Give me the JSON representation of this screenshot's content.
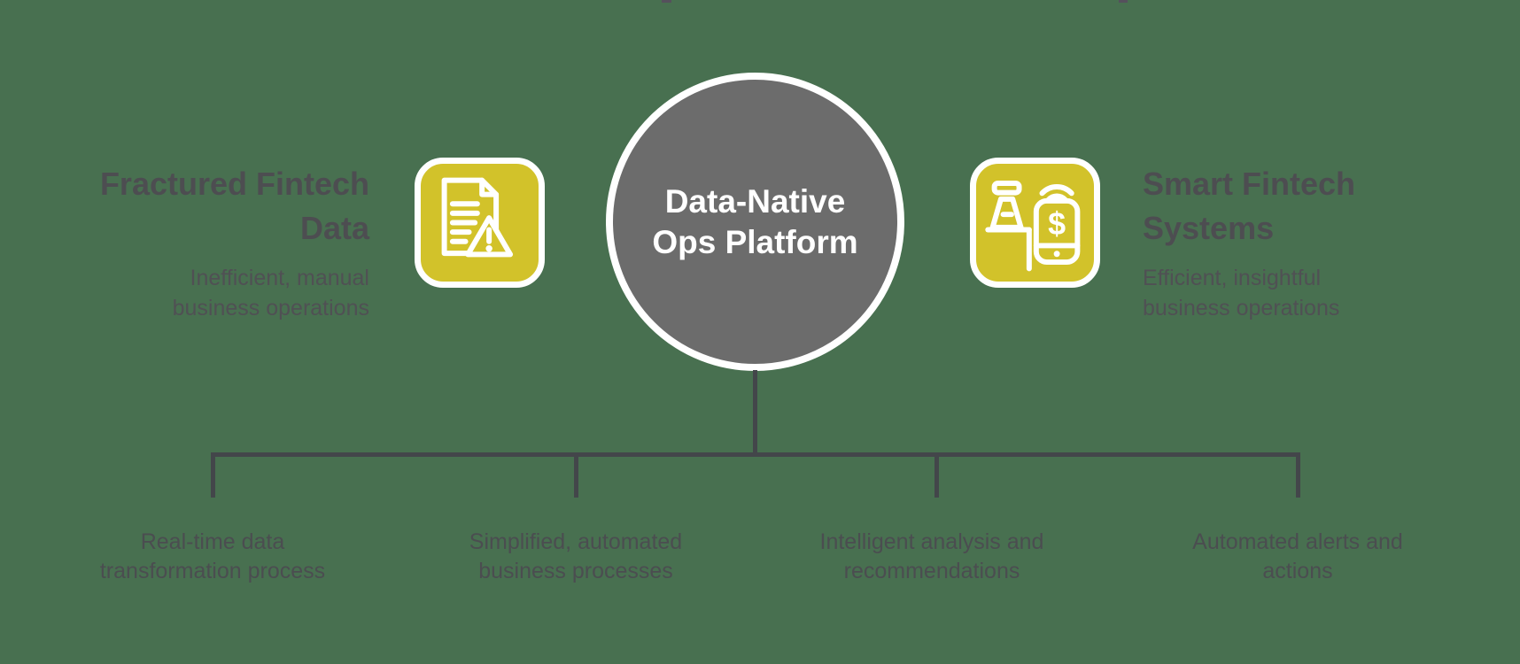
{
  "colors": {
    "background": "#487050",
    "accent_yellow": "#d2c22a",
    "circle_gray": "#6c6c6c",
    "heading_text": "#4d4d51",
    "body_text": "#505054",
    "connector_line": "#43464a",
    "circle_text": "#ffffff"
  },
  "center": {
    "lines": [
      "Data-Native",
      "Ops Platform"
    ]
  },
  "left": {
    "icon": "document-warning-icon",
    "title_lines": [
      "Fractured Fintech",
      "Data"
    ],
    "subtitle_lines": [
      "Inefficient, manual",
      "business operations"
    ]
  },
  "right": {
    "icon": "register-phone-payment-icon",
    "title_lines": [
      "Smart Fintech",
      "Systems"
    ],
    "subtitle_lines": [
      "Efficient, insightful",
      "business operations"
    ]
  },
  "branches": [
    {
      "lines": [
        "Real-time data",
        "transformation process"
      ]
    },
    {
      "lines": [
        "Simplified, automated",
        "business processes"
      ]
    },
    {
      "lines": [
        "Intelligent analysis and",
        "recommendations"
      ]
    },
    {
      "lines": [
        "Automated alerts and",
        "actions"
      ]
    }
  ]
}
